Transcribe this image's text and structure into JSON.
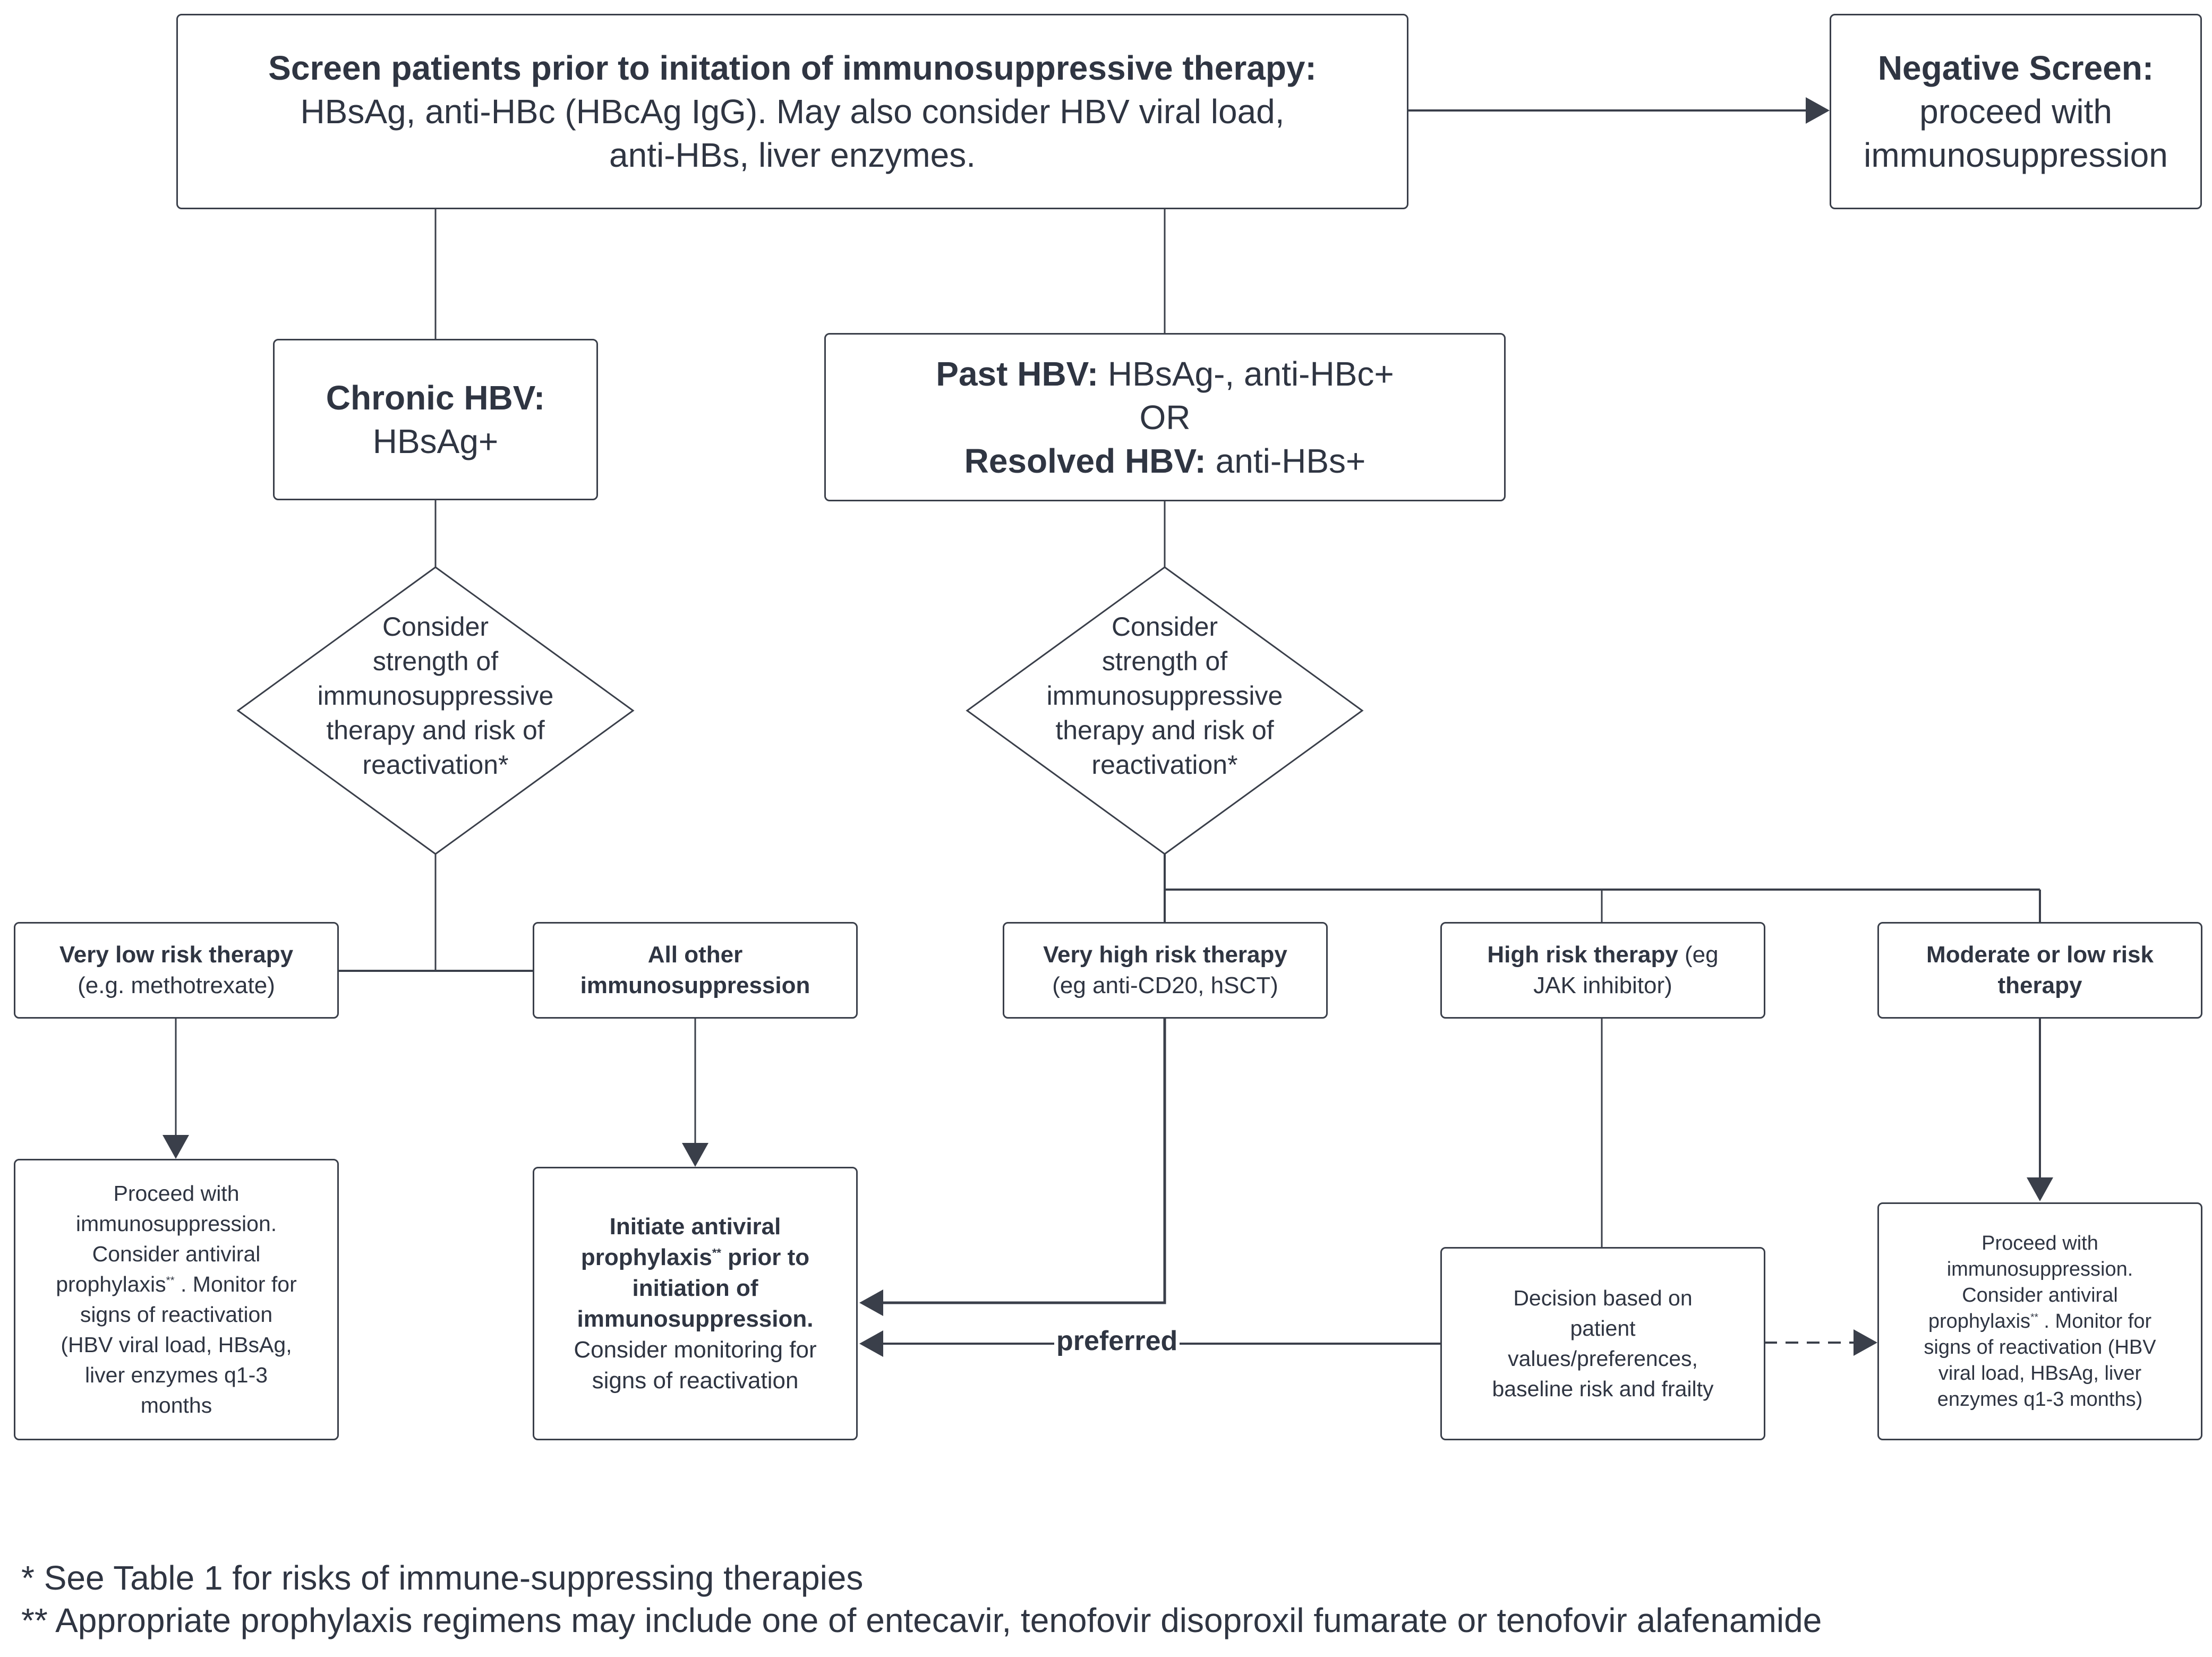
{
  "screen": {
    "title": "Screen patients prior to initation of immunosuppressive therapy:",
    "text_line1": "HBsAg, anti-HBc (HBcAg IgG). May also consider HBV viral load,",
    "text_line2": "anti-HBs, liver enzymes."
  },
  "negative": {
    "title": "Negative Screen:",
    "line1": "proceed with",
    "line2": "immunosuppression"
  },
  "chronic": {
    "title": "Chronic HBV:",
    "text": "HBsAg+"
  },
  "past": {
    "title": "Past HBV:",
    "text": "HBsAg-, anti-HBc+",
    "or": "OR",
    "resolved_title": "Resolved HBV:",
    "resolved_text": "anti-HBs+"
  },
  "decision_left": {
    "lines": [
      "Consider",
      "strength of",
      "immunosuppressive",
      "therapy and risk of",
      "reactivation*"
    ]
  },
  "decision_right": {
    "lines": [
      "Consider",
      "strength of",
      "immunosuppressive",
      "therapy and risk of",
      "reactivation*"
    ]
  },
  "very_low": {
    "title": "Very low risk therapy",
    "text": "(e.g. methotrexate)"
  },
  "all_other": {
    "line1": "All other",
    "line2": "immunosuppression"
  },
  "very_high": {
    "title": "Very high risk therapy",
    "text": "(eg anti-CD20, hSCT)"
  },
  "high": {
    "title": "High risk therapy",
    "text_inline": "(eg",
    "text_line2": "JAK inhibitor)"
  },
  "moderate": {
    "line1": "Moderate or low risk",
    "line2": "therapy"
  },
  "proceed_left": {
    "lines": [
      "Proceed with",
      "immunosuppression.",
      "Consider antiviral"
    ],
    "prophylaxis": "prophylaxis",
    "sup": "**",
    "after": ". Monitor for",
    "rest": [
      "signs of reactivation",
      "(HBV viral load, HBsAg,",
      "liver enzymes q1-3",
      "months"
    ]
  },
  "initiate": {
    "line1": "Initiate antiviral",
    "prophylaxis": "prophylaxis",
    "sup": "**",
    "after": "prior to",
    "line3": "initiation of",
    "line4": "immunosuppression.",
    "line5": "Consider monitoring for",
    "line6": "signs of reactivation"
  },
  "decision_box": {
    "lines": [
      "Decision based on",
      "patient",
      "values/preferences,",
      "baseline risk and frailty"
    ]
  },
  "proceed_right": {
    "lines": [
      "Proceed with",
      "immunosuppression.",
      "Consider antiviral"
    ],
    "prophylaxis": "prophylaxis",
    "sup": "**",
    "after": ". Monitor for",
    "rest": [
      "signs of reactivation (HBV",
      "viral load, HBsAg, liver",
      "enzymes q1-3 months)"
    ]
  },
  "preferred_label": "preferred",
  "footnotes": {
    "note1": "* See Table 1 for risks of immune-suppressing therapies",
    "note2": "** Appropriate prophylaxis regimens may include one of entecavir, tenofovir disoproxil fumarate or tenofovir alafenamide"
  },
  "colors": {
    "line": "#3a3f4a",
    "text": "#2f3542",
    "background": "#ffffff"
  }
}
